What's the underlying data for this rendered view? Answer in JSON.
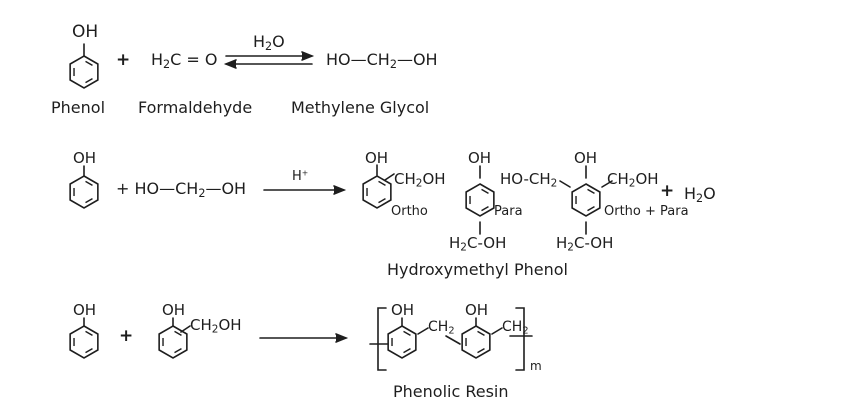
{
  "row1": {
    "phenol_oh": "OH",
    "plus": "+",
    "formaldehyde_formula": {
      "h": "H",
      "sub": "2",
      "rest": "C = O"
    },
    "water_over_arrow": {
      "h": "H",
      "sub": "2",
      "rest": "O"
    },
    "glycol_formula": {
      "left": "HO—CH",
      "sub": "2",
      "right": "—OH"
    },
    "labels": {
      "phenol": "Phenol",
      "formaldehyde": "Formaldehyde",
      "methylene_glycol": "Methylene Glycol"
    }
  },
  "row2": {
    "phenol_oh": "OH",
    "plus_glycol": {
      "left": "+ HO—CH",
      "sub": "2",
      "right": "—OH"
    },
    "catalyst": {
      "h": "H",
      "sup": "+"
    },
    "ortho": {
      "oh": "OH",
      "ch2oh": {
        "left": "CH",
        "sub": "2",
        "right": "OH"
      },
      "label": "Ortho"
    },
    "para": {
      "oh": "OH",
      "label": "Para",
      "h2coh": {
        "h": "H",
        "sub": "2",
        "rest": "C-OH"
      }
    },
    "ortho_para": {
      "oh": "OH",
      "hoch2": {
        "left": "HO-CH",
        "sub": "2"
      },
      "ch2oh": {
        "left": "CH",
        "sub": "2",
        "right": "OH"
      },
      "label": "Ortho + Para",
      "h2coh": {
        "h": "H",
        "sub": "2",
        "rest": "C-OH"
      }
    },
    "plus_water": {
      "plus": "+",
      "h": "H",
      "sub": "2",
      "rest": "O"
    },
    "product_label": "Hydroxymethyl Phenol"
  },
  "row3": {
    "phenol_oh": "OH",
    "plus": "+",
    "reactant": {
      "oh": "OH",
      "ch2oh": {
        "left": "CH",
        "sub": "2",
        "right": "OH"
      }
    },
    "resin": {
      "oh_left": "OH",
      "oh_right": "OH",
      "ch2_a": {
        "left": "CH",
        "sub": "2"
      },
      "ch2_b": {
        "left": "CH",
        "sub": "2"
      },
      "subscript_m": "m"
    },
    "product_label": "Phenolic Resin"
  },
  "colors": {
    "ink": "#1e1e1e",
    "background": "#ffffff"
  }
}
